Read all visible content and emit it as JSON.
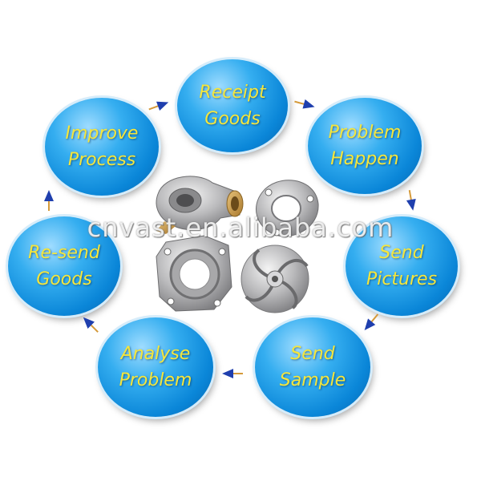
{
  "steps": [
    {
      "label": "Receipt\nGoods"
    },
    {
      "label": "Problem\nHappen"
    },
    {
      "label": "Send\nPictures"
    },
    {
      "label": "Send\nSample"
    },
    {
      "label": "Analyse\nProblem"
    },
    {
      "label": "Re-send\nGoods"
    },
    {
      "label": "Improve\nProcess"
    }
  ],
  "watermark": "cnvast.en.alibaba.com",
  "colors": {
    "node": "#0a86d8",
    "label": "#f5e63c",
    "arrow": "#1f3fae"
  },
  "center_images": [
    "pump-casing-image",
    "flange-ring-image",
    "pump-bracket-image",
    "impeller-image"
  ]
}
